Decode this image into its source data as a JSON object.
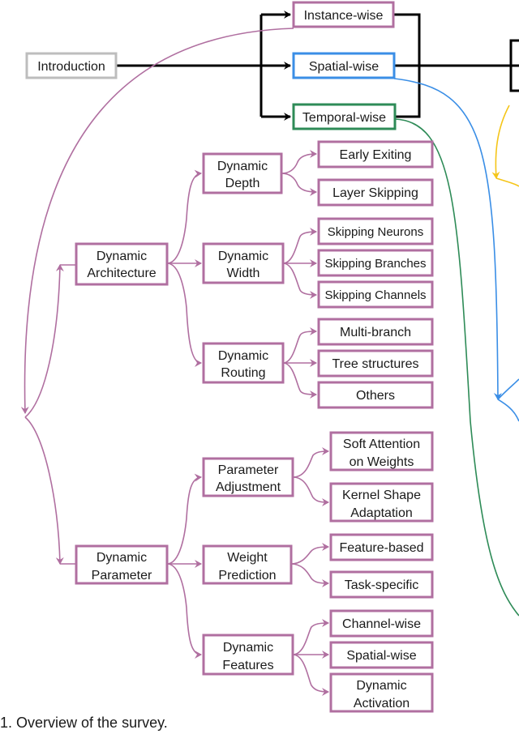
{
  "colors": {
    "purple": "#b06fa0",
    "black": "#000000",
    "gray": "#bdbdbd",
    "blue": "#3a8ee6",
    "green": "#2e8b57",
    "yellow": "#f5c518"
  },
  "nodes": {
    "introduction": "Introduction",
    "instance_wise": "Instance-wise",
    "spatial_wise": "Spatial-wise",
    "temporal_wise": "Temporal-wise",
    "dynamic_architecture": [
      "Dynamic",
      "Architecture"
    ],
    "dynamic_parameter": [
      "Dynamic",
      "Parameter"
    ],
    "dynamic_depth": [
      "Dynamic",
      "Depth"
    ],
    "dynamic_width": [
      "Dynamic",
      "Width"
    ],
    "dynamic_routing": [
      "Dynamic",
      "Routing"
    ],
    "early_exiting": "Early Exiting",
    "layer_skipping": "Layer Skipping",
    "skipping_neurons": "Skipping Neurons",
    "skipping_branches": "Skipping Branches",
    "skipping_channels": "Skipping Channels",
    "multi_branch": "Multi-branch",
    "tree_structures": "Tree structures",
    "others": "Others",
    "parameter_adjustment": [
      "Parameter",
      "Adjustment"
    ],
    "weight_prediction": [
      "Weight",
      "Prediction"
    ],
    "dynamic_features": [
      "Dynamic",
      "Features"
    ],
    "soft_attention": [
      "Soft Attention",
      "on Weights"
    ],
    "kernel_shape": [
      "Kernel Shape",
      "Adaptation"
    ],
    "feature_based": "Feature-based",
    "task_specific": "Task-specific",
    "channel_wise": "Channel-wise",
    "spatial_wise_feature": "Spatial-wise",
    "dynamic_activation": [
      "Dynamic",
      "Activation"
    ]
  },
  "caption": "1. Overview of the survey."
}
